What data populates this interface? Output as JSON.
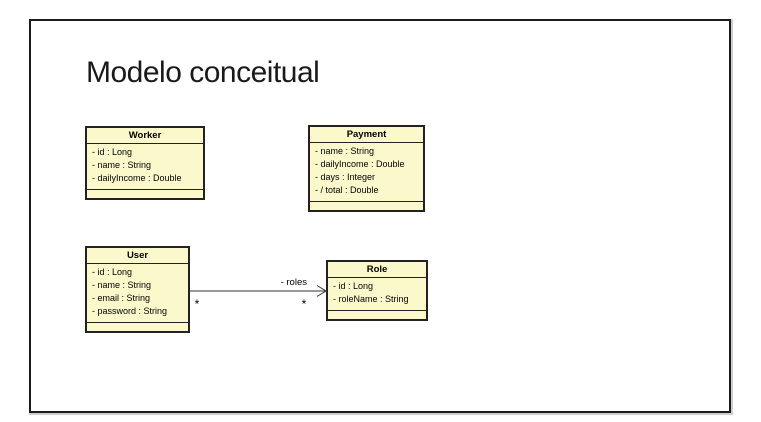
{
  "slide": {
    "title": "Modelo conceitual"
  },
  "colors": {
    "class_fill": "#fbf8cc",
    "class_border": "#222222",
    "frame_border": "#1b1b1b",
    "text": "#1a1a1a"
  },
  "diagram": {
    "classes": [
      {
        "name": "Worker",
        "attributes": [
          "- id : Long",
          "- name : String",
          "- dailyIncome : Double"
        ],
        "operations": []
      },
      {
        "name": "Payment",
        "attributes": [
          "- name : String",
          "- dailyIncome : Double",
          "- days : Integer",
          "- / total : Double"
        ],
        "operations": []
      },
      {
        "name": "User",
        "attributes": [
          "- id : Long",
          "- name : String",
          "- email : String",
          "- password : String"
        ],
        "operations": []
      },
      {
        "name": "Role",
        "attributes": [
          "- id : Long",
          "- roleName : String"
        ],
        "operations": []
      }
    ],
    "associations": [
      {
        "from": "User",
        "to": "Role",
        "label": "- roles",
        "from_multiplicity": "*",
        "to_multiplicity": "*",
        "arrow": "open"
      }
    ]
  }
}
